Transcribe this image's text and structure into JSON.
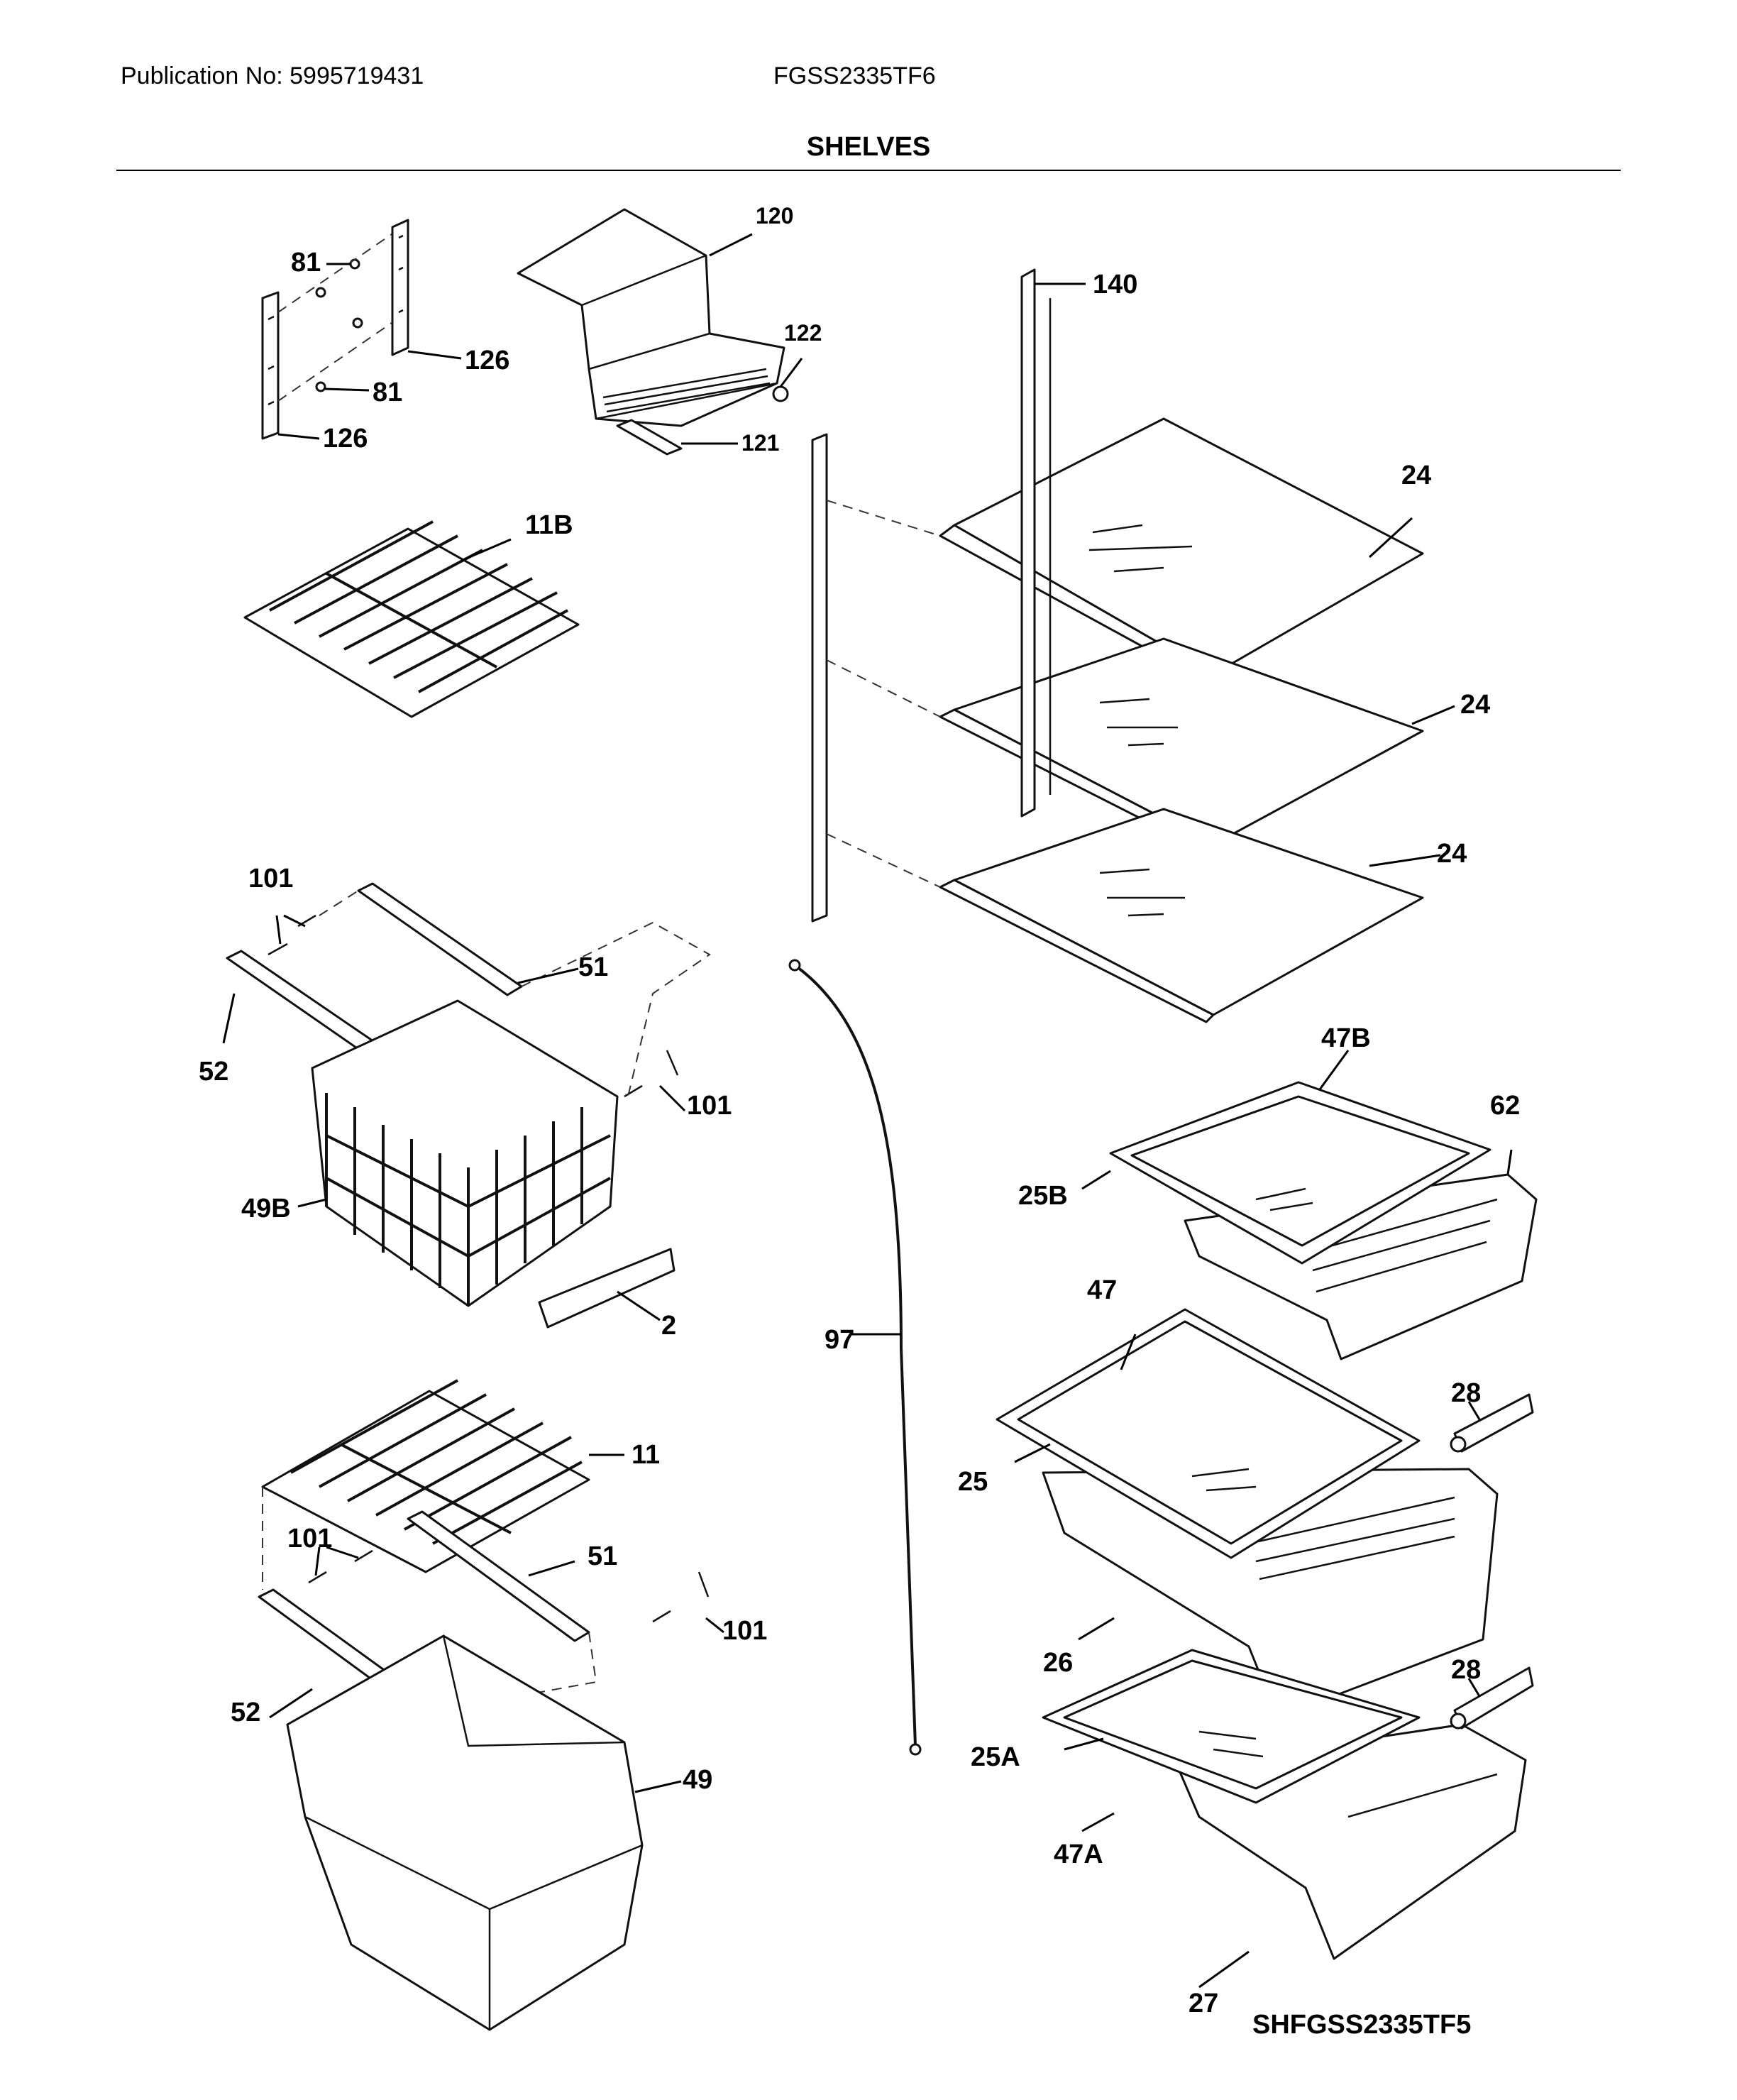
{
  "header": {
    "publication": "Publication No: 5995719431",
    "model": "FGSS2335TF6",
    "section_title": "SHELVES"
  },
  "footer": {
    "diagram_code": "SHFGSS2335TF5"
  },
  "callouts": {
    "c81a": "81",
    "c81b": "81",
    "c126a": "126",
    "c126b": "126",
    "c120": "120",
    "c122": "122",
    "c121": "121",
    "c140": "140",
    "c11B": "11B",
    "c24a": "24",
    "c24b": "24",
    "c24c": "24",
    "c101a": "101",
    "c101b": "101",
    "c101c": "101",
    "c101d": "101",
    "c51a": "51",
    "c51b": "51",
    "c52a": "52",
    "c52b": "52",
    "c49B": "49B",
    "c2": "2",
    "c97": "97",
    "c11": "11",
    "c49": "49",
    "c47B": "47B",
    "c62": "62",
    "c25B": "25B",
    "c47": "47",
    "c28a": "28",
    "c28b": "28",
    "c25": "25",
    "c26": "26",
    "c25A": "25A",
    "c47A": "47A",
    "c27": "27"
  }
}
